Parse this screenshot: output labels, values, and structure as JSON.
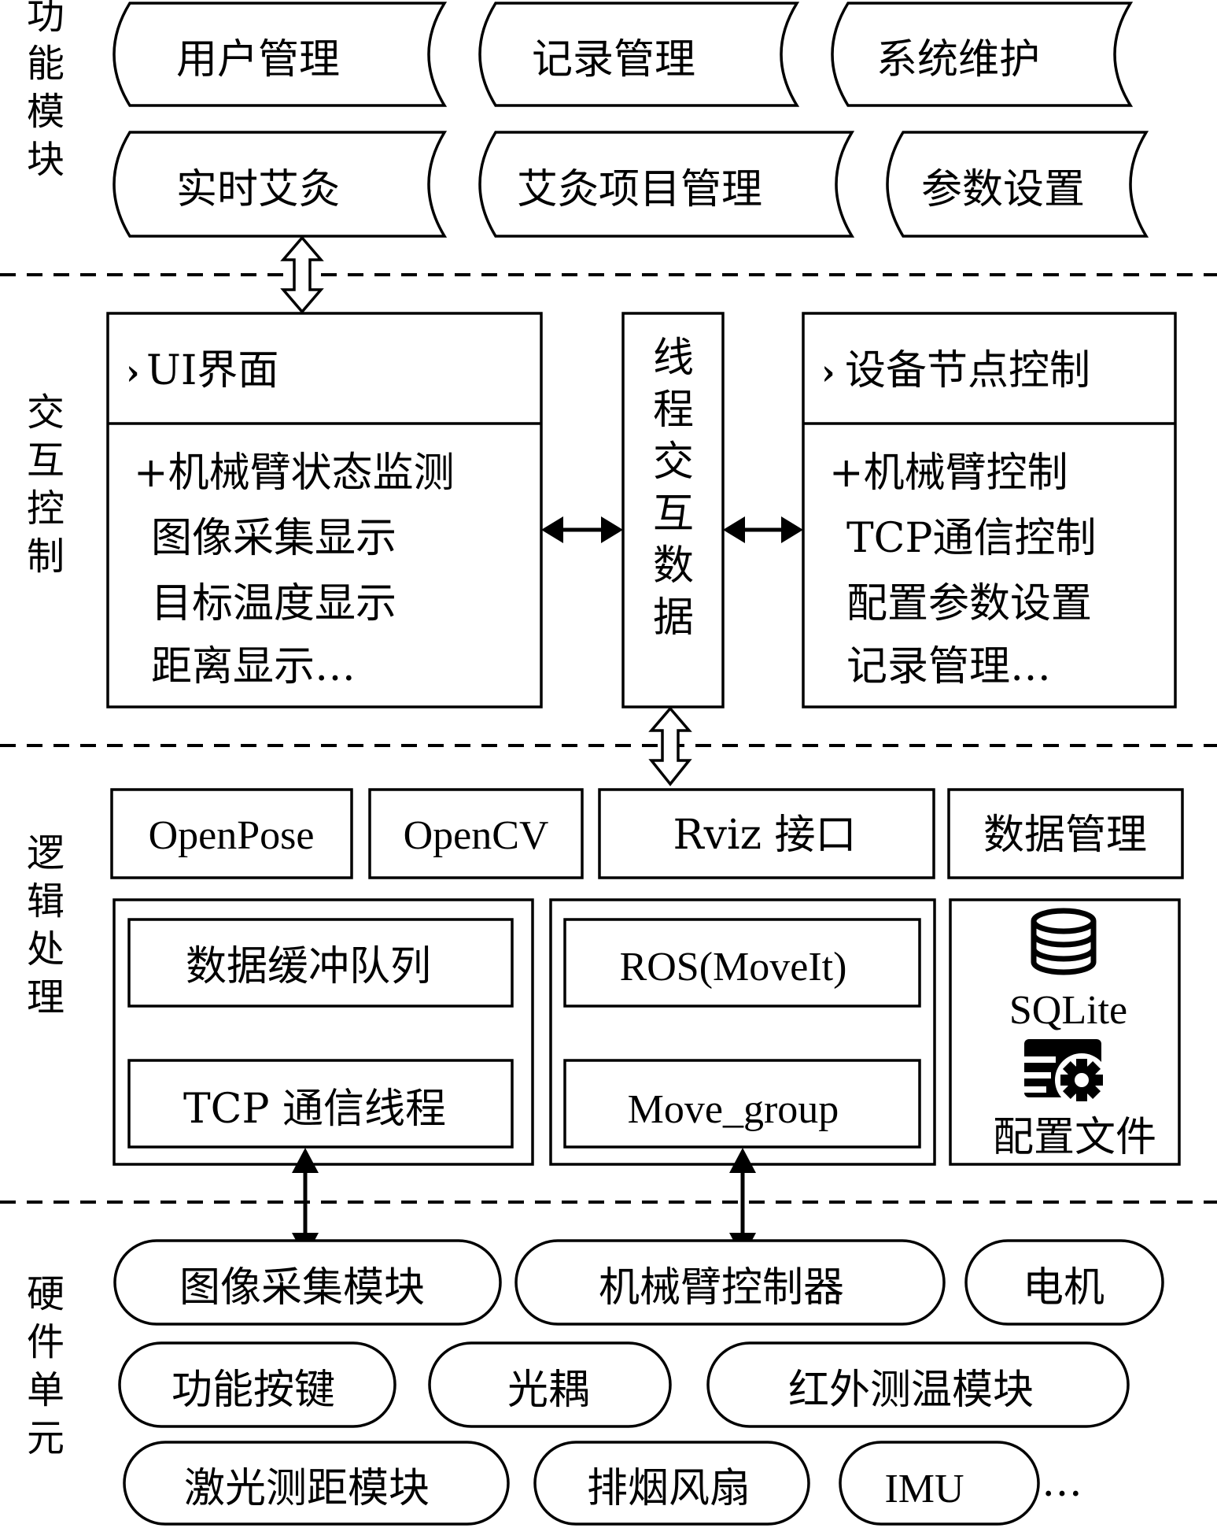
{
  "layers": {
    "function_modules": "功能模块",
    "interaction_control": "交互控制",
    "logic_processing": "逻辑处理",
    "hardware_units": "硬件单元"
  },
  "function_modules": {
    "row1": [
      "用户管理",
      "记录管理",
      "系统维护"
    ],
    "row2": [
      "实时艾灸",
      "艾灸项目管理",
      "参数设置"
    ]
  },
  "interaction": {
    "ui": {
      "title": "UI界面",
      "items": [
        "+机械臂状态监测",
        "图像采集显示",
        "目标温度显示",
        "距离显示…"
      ]
    },
    "thread": "线程交互数据",
    "device": {
      "title": "设备节点控制",
      "items": [
        "+机械臂控制",
        "TCP通信控制",
        "配置参数设置",
        "记录管理…"
      ]
    }
  },
  "logic": {
    "headers": [
      "OpenPose",
      "OpenCV",
      "Rviz 接口",
      "数据管理"
    ],
    "left_group": [
      "数据缓冲队列",
      "TCP 通信线程"
    ],
    "mid_group": [
      "ROS(MoveIt)",
      "Move_group"
    ],
    "storage": {
      "db_label": "SQLite",
      "config_label": "配置文件"
    }
  },
  "hardware": {
    "row1": [
      "图像采集模块",
      "机械臂控制器",
      "电机"
    ],
    "row2": [
      "功能按键",
      "光耦",
      "红外测温模块"
    ],
    "row3": [
      "激光测距模块",
      "排烟风扇",
      "IMU",
      "…"
    ]
  }
}
